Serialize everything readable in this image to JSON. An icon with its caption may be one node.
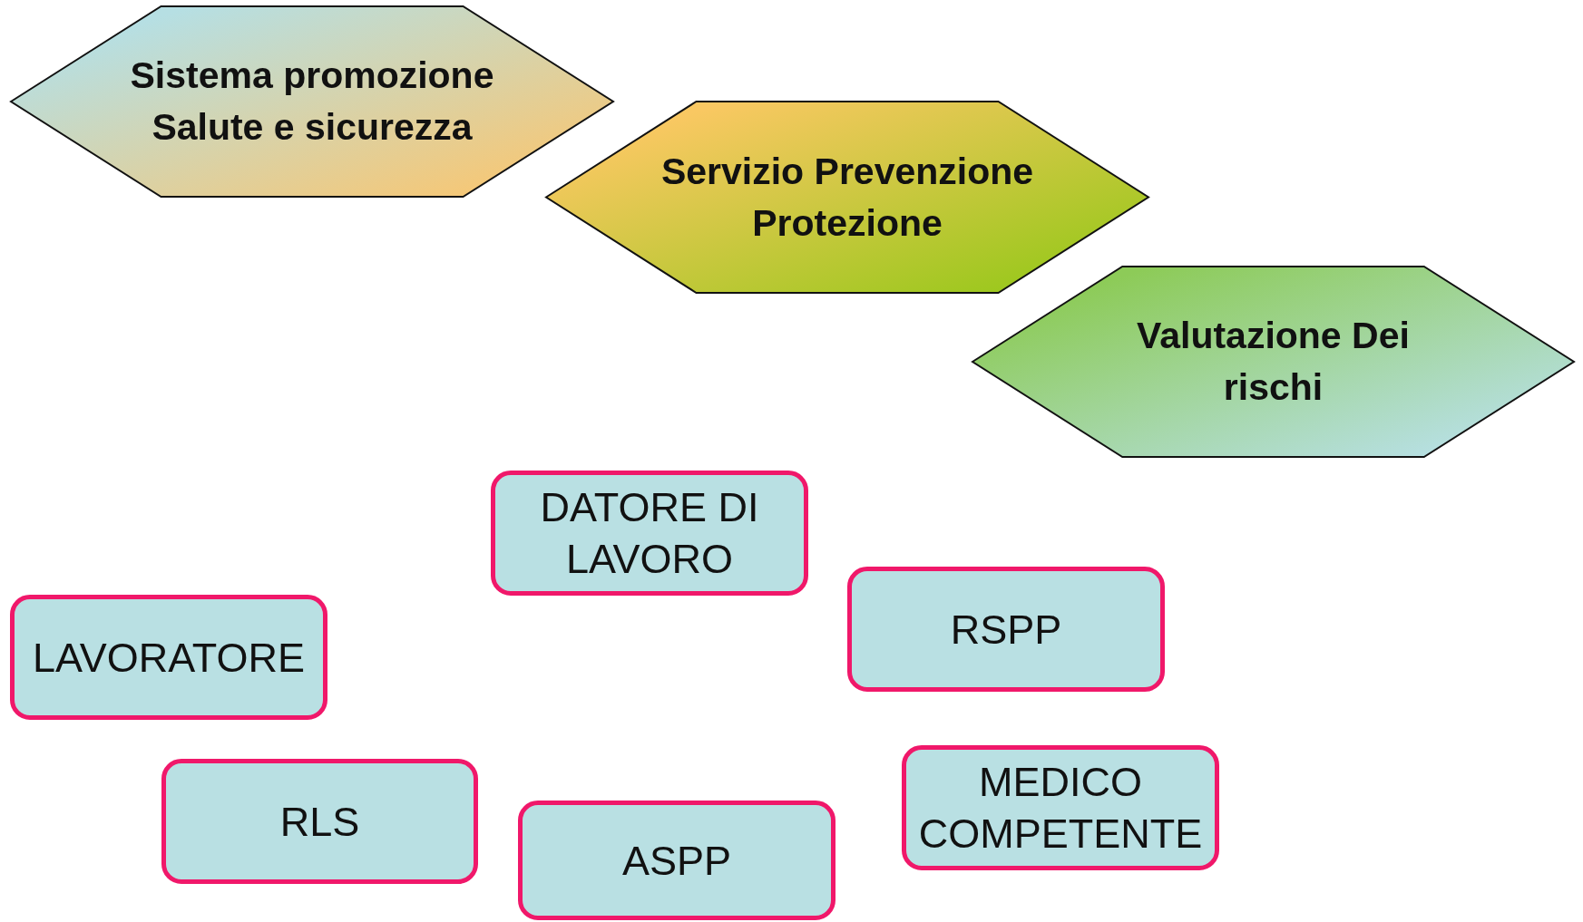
{
  "diagram": {
    "nodes": [
      {
        "text": [
          "Sistema promozione Salute e sicurezza"
        ]
      },
      {
        "text": [
          "Servizio Prevenzione Protezione"
        ]
      },
      {
        "text": [
          "Valutazione Dei rischi"
        ]
      },
      {
        "text": [
          "DATORE DI LAVORO"
        ]
      },
      {
        "text": [
          "RSPP"
        ]
      },
      {
        "text": [
          "LAVORATORE"
        ]
      },
      {
        "text": [
          "MEDICO COMPETENTE"
        ]
      },
      {
        "text": [
          "RLS"
        ]
      },
      {
        "text": [
          "ASPP"
        ]
      }
    ]
  }
}
